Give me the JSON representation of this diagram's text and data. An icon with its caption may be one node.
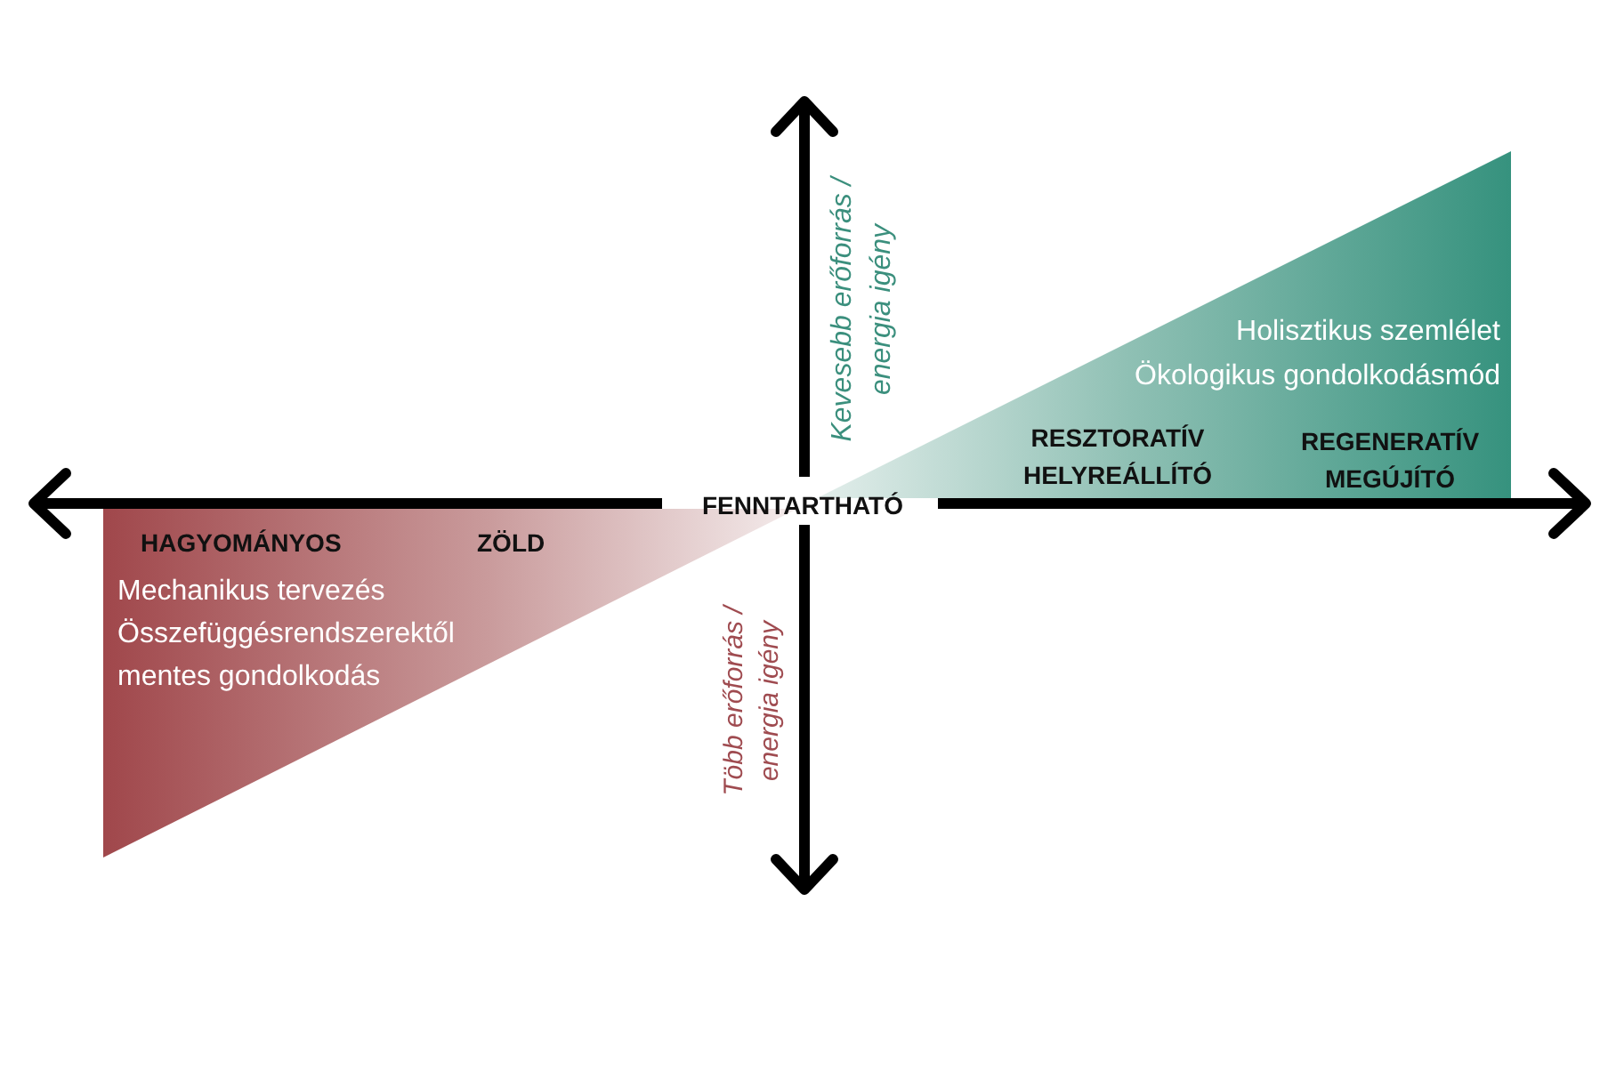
{
  "diagram": {
    "nodes": [
      {
        "text": [
          "HAGYOMÁNYOS",
          "ZÖLD",
          "Mechanikus tervezés",
          "Összefüggésrendszerektől mentes gondolkodás"
        ]
      },
      {
        "text": [
          "Holisztikus szemlélet",
          "Ökologikus gondolkodásmód",
          "RESZTORATÍV HELYREÁLLÍTÓ",
          "REGENERATÍV MEGÚJÍTÓ"
        ]
      }
    ],
    "labels": [
      "Kevesebb erőforrás / energia igény",
      "FENNTARTHATÓ",
      "Több erőforrás / energia igény"
    ]
  }
}
